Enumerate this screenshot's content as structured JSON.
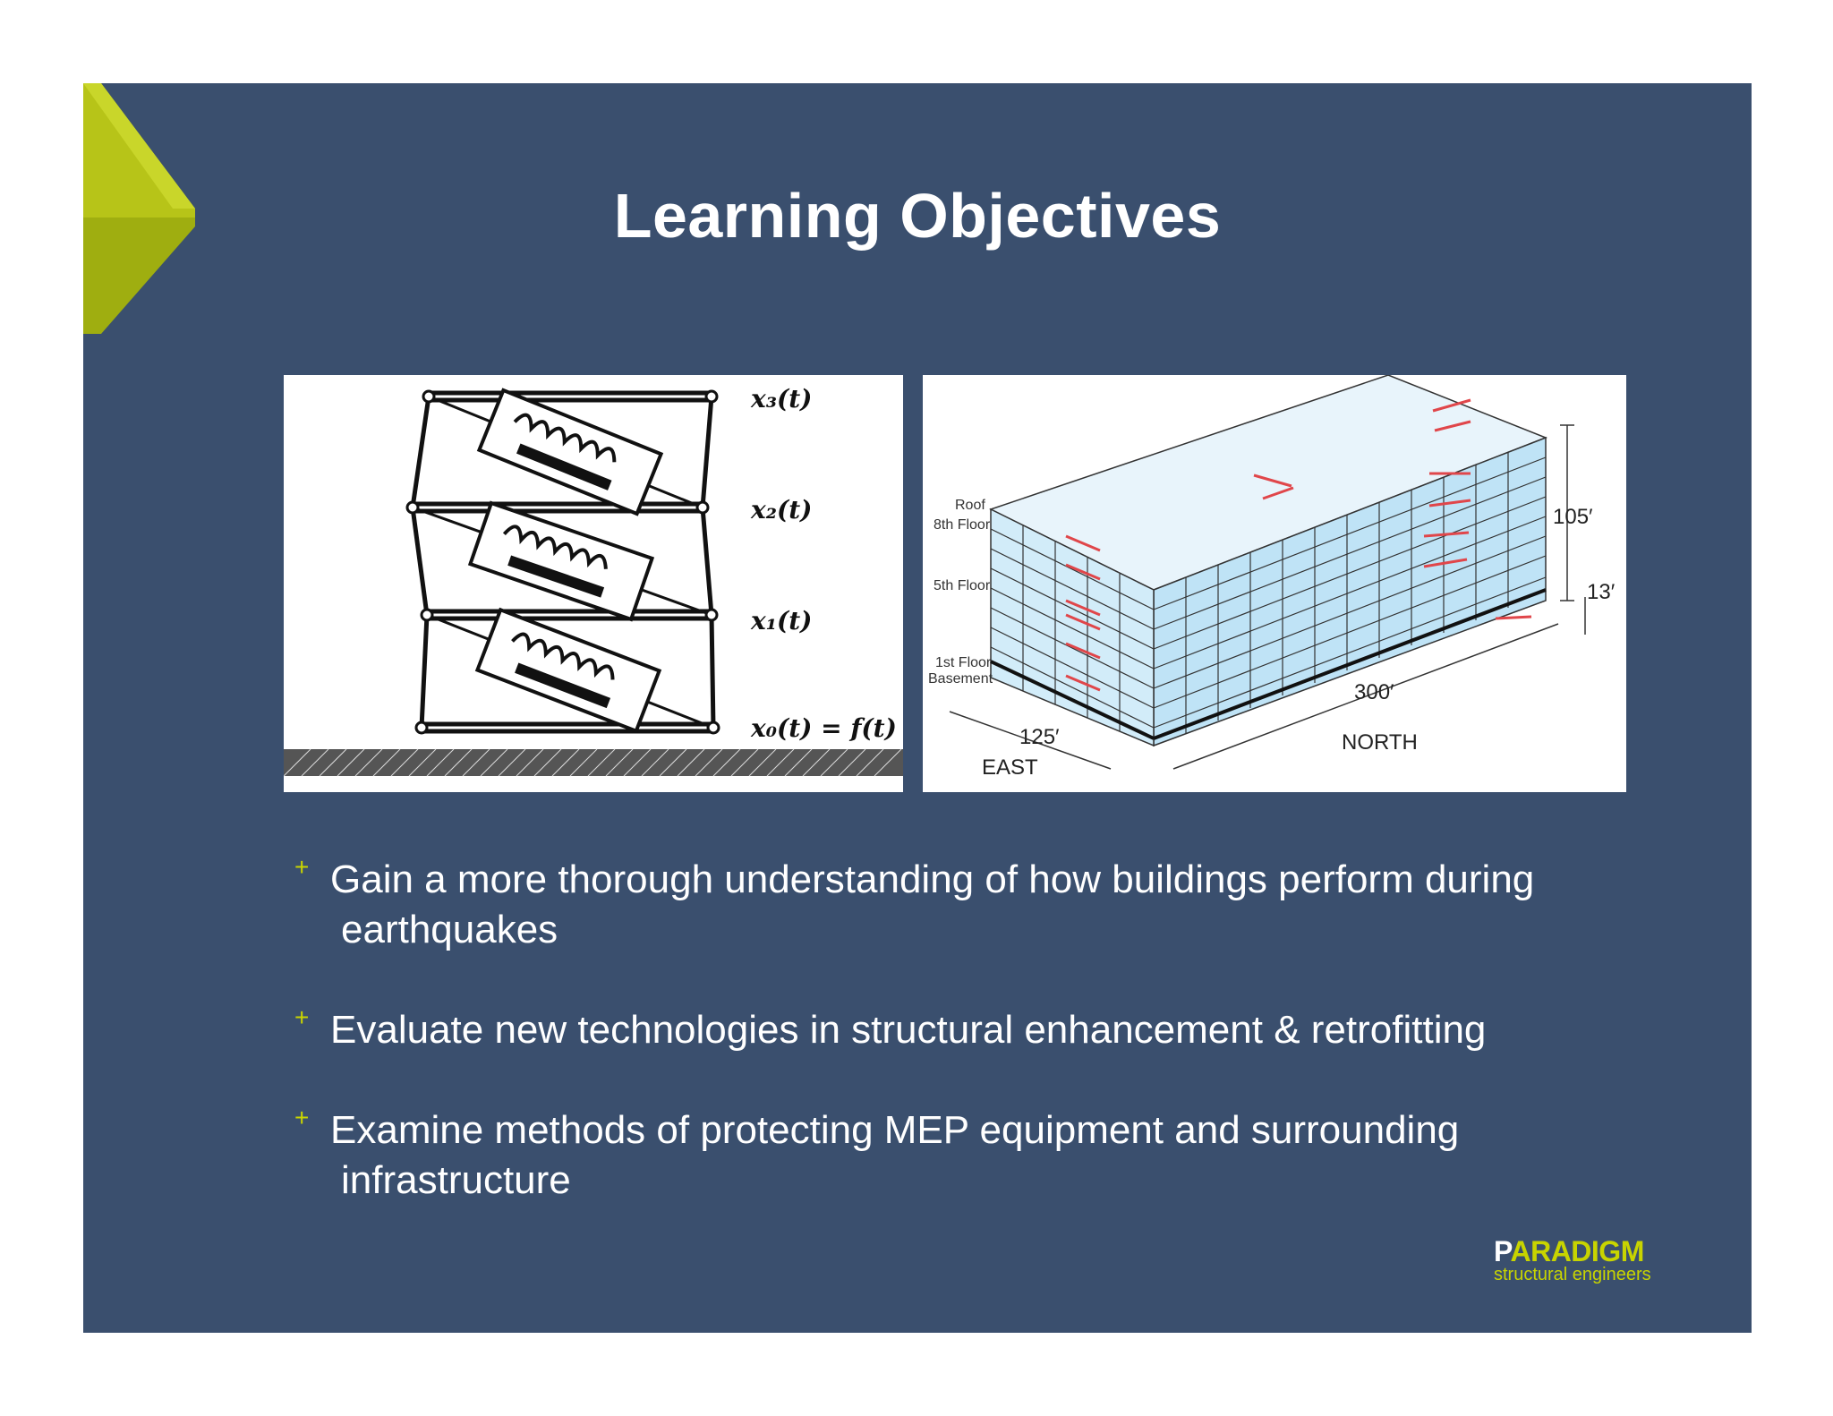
{
  "slide": {
    "title": "Learning Objectives",
    "accent_color": "#c8d400",
    "background_color": "#3a4f6e"
  },
  "figure_left": {
    "labels": [
      "x₃(t)",
      "x₂(t)",
      "x₁(t)",
      "x₀(t) = f(t)"
    ]
  },
  "figure_right": {
    "floor_labels": [
      "Roof",
      "8th Floor",
      "5th Floor",
      "1st Floor",
      "Basement"
    ],
    "dim_height": "105′",
    "dim_basement": "13′",
    "dim_length": "300′",
    "dim_width": "125′",
    "dir_north": "NORTH",
    "dir_east": "EAST"
  },
  "bullets": [
    {
      "marker": "+",
      "line1": "Gain a more thorough understanding of how buildings perform during",
      "line2": "earthquakes"
    },
    {
      "marker": "+",
      "line1": "Evaluate new technologies in structural enhancement & retrofitting",
      "line2": ""
    },
    {
      "marker": "+",
      "line1": "Examine methods of protecting MEP equipment and surrounding",
      "line2": "infrastructure"
    }
  ],
  "logo": {
    "brand_first": "P",
    "brand_rest": "ARADIGM",
    "tagline": "structural engineers"
  }
}
